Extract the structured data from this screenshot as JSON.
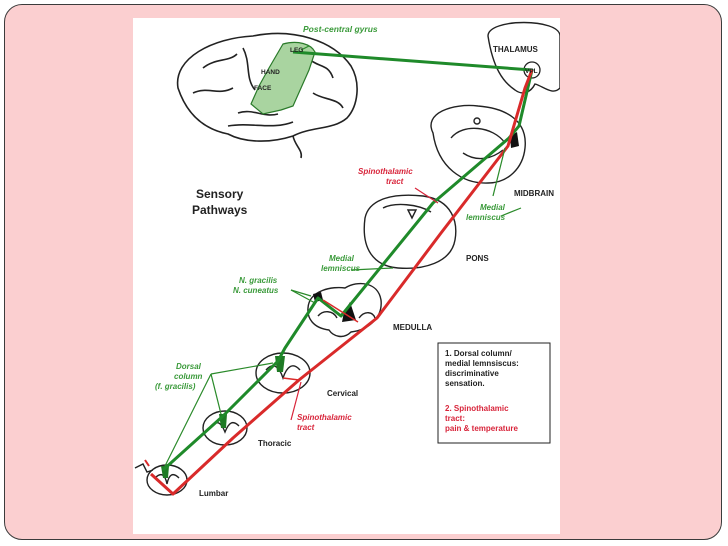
{
  "colors": {
    "slide_background": "#fbcfd0",
    "green_tract": "#1f8a2a",
    "red_tract": "#d92a2a",
    "green_label": "#3a9a3a",
    "red_label": "#d8243a",
    "ink": "#222222"
  },
  "diagram": {
    "title_line1": "Sensory",
    "title_line2": "Pathways",
    "cortex": {
      "label": "Post-central gyrus",
      "regions": [
        "LEG",
        "HAND",
        "FACE"
      ]
    },
    "levels": {
      "thalamus": "THALAMUS",
      "vpl": "VPL",
      "midbrain": "MIDBRAIN",
      "pons": "PONS",
      "medulla": "MEDULLA",
      "cervical": "Cervical",
      "thoracic": "Thoracic",
      "lumbar": "Lumbar"
    },
    "tract_labels": {
      "spinothalamic_upper_line1": "Spinothalamic",
      "spinothalamic_upper_line2": "tract",
      "medial_lemniscus_upper_line1": "Medial",
      "medial_lemniscus_upper_line2": "lemniscus",
      "medial_lemniscus_lower_line1": "Medial",
      "medial_lemniscus_lower_line2": "lemniscus",
      "nuclei_line1": "N. gracilis",
      "nuclei_line2": "N. cuneatus",
      "dorsal_column_line1": "Dorsal",
      "dorsal_column_line2": "column",
      "dorsal_column_line3": "(f. gracilis)",
      "spinothalamic_lower_line1": "Spinothalamic",
      "spinothalamic_lower_line2": "tract"
    },
    "legend": {
      "item1_line1": "1. Dorsal column/",
      "item1_line2": "medial lemnsiscus:",
      "item1_line3": "discriminative",
      "item1_line4": "sensation.",
      "item2_line1": "2. Spinothalamic",
      "item2_line2": "tract:",
      "item2_line3": "pain & temperature"
    }
  }
}
